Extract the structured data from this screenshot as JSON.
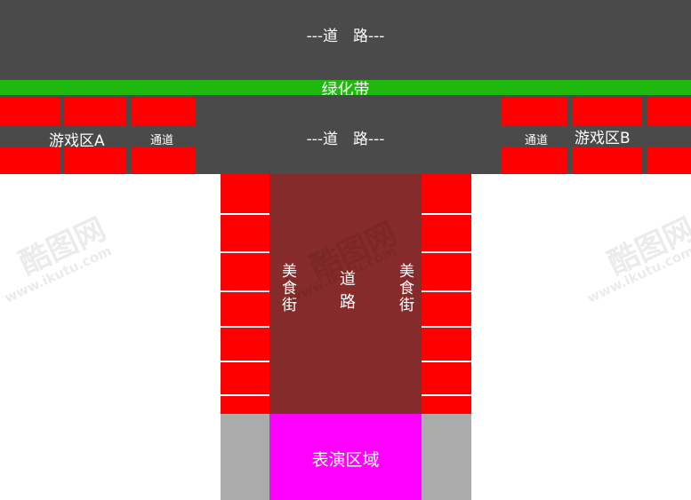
{
  "title": "",
  "colors": {
    "road": "#4a4a4a",
    "green_belt": "#1fb80f",
    "booth_red": "#fe0000",
    "street_maroon": "#862b2b",
    "stage_magenta": "#ff00ff",
    "side_gray": "#ababab",
    "seam_white": "#ffffff"
  },
  "labels": {
    "top_road": "---道　路---",
    "green_belt": "绿化带",
    "middle_road": "---道　路---",
    "game_area_a": "游戏区A",
    "passage_left": "通道",
    "passage_right": "通道",
    "game_area_b": "游戏区B",
    "food_street_left": "美食街",
    "center_road": "道路",
    "food_street_right": "美食街",
    "performance_area": "表演区域"
  },
  "watermark": {
    "brand": "酷图网",
    "url": "www.ikutu.com"
  }
}
